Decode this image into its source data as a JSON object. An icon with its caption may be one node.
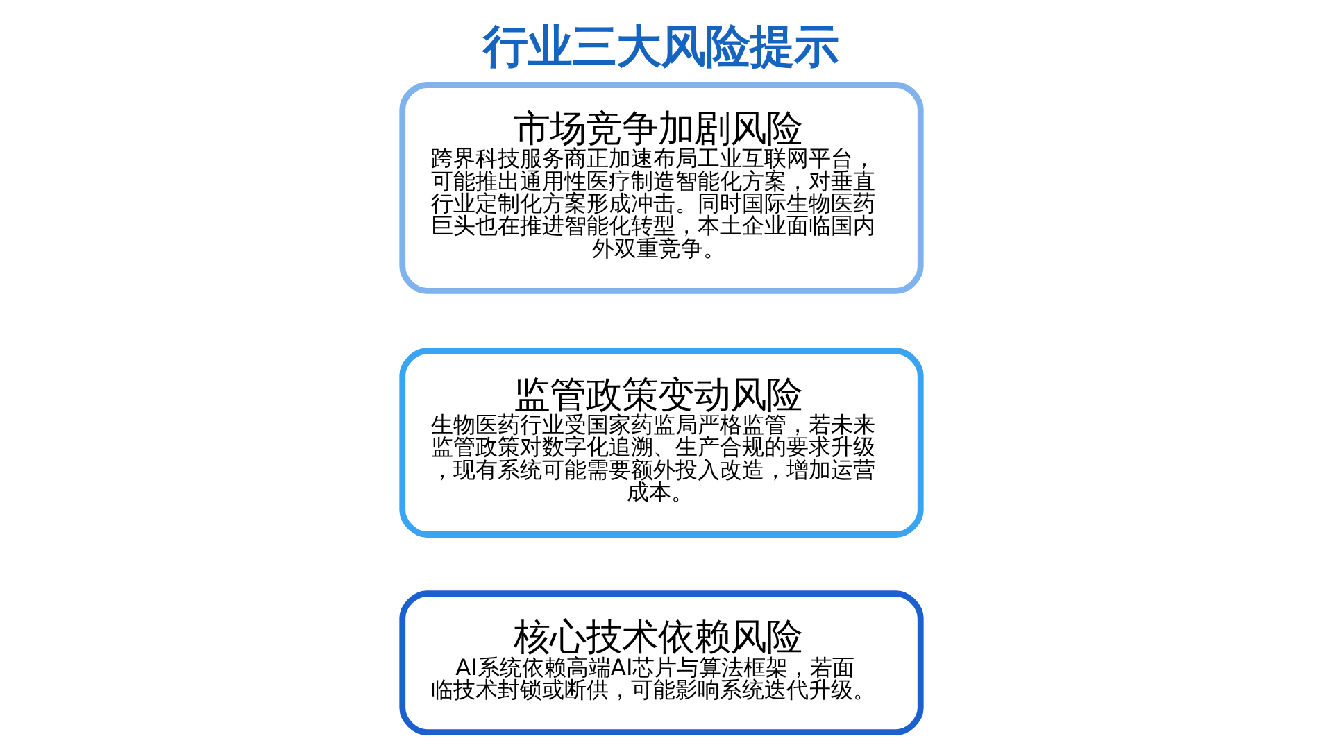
{
  "diagram": {
    "title": "行业三大风险提示",
    "nodes": [
      {
        "text": [
          "核心技术依赖风险",
          "AI系统依赖高端AI芯片与算法框架，若面临技术封锁或断供，可能影响系统迭代升级。"
        ]
      },
      {
        "text": [
          "监管政策变动风险",
          "生物医药行业受国家药监局严格监管，若未来监管政策对数字化追溯、生产合规的要求升级，现有系统可能需要额外投入改造，增加运营成本。"
        ]
      },
      {
        "text": [
          "市场竞争加剧风险",
          "跨界科技服务商正加速布局工业互联网平台，可能推出通用性医疗制造智能化方案，对垂直行业定制化方案形成冲击。同时国际生物医药巨头也在推进智能化转型，本土企业面临国内外双重竞争。"
        ]
      }
    ]
  }
}
